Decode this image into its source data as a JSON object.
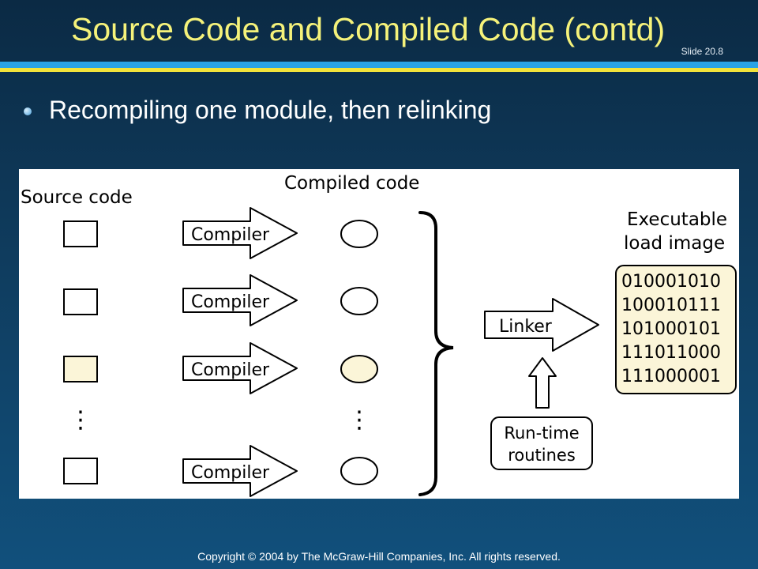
{
  "slide": {
    "title": "Source Code and Compiled Code (contd)",
    "number": "Slide 20.8",
    "bullet": "Recompiling one module, then relinking",
    "footer": "Copyright © 2004 by The McGraw-Hill Companies, Inc.  All rights reserved."
  },
  "diagram": {
    "source_label": "Source code",
    "compiled_label": "Compiled code",
    "compiler_label": "Compiler",
    "ellipsis": "⋮",
    "linker_label": "Linker",
    "runtime_line1": "Run-time",
    "runtime_line2": "routines",
    "exec_line1": "Executable",
    "exec_line2": "load image",
    "binary_lines": [
      "010001010",
      "100010111",
      "101000101",
      "111011000",
      "111000001"
    ],
    "colors": {
      "highlight": "#fbf5d8",
      "outline": "#000000"
    }
  }
}
